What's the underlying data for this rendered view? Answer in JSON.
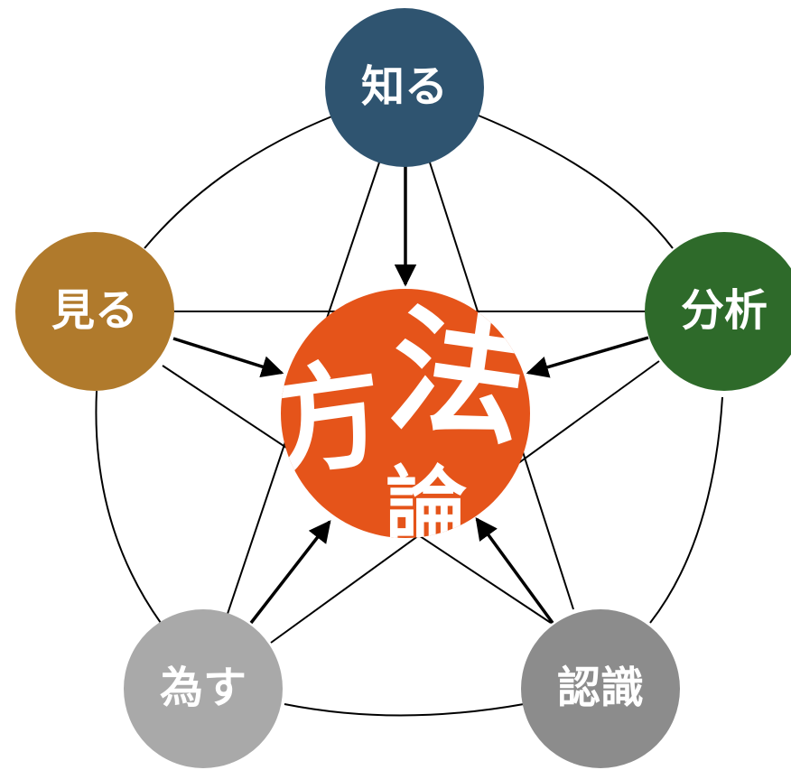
{
  "nodes": {
    "top": {
      "label": "知る",
      "color": "#2f5470"
    },
    "left": {
      "label": "見る",
      "color": "#b07a2c"
    },
    "right": {
      "label": "分析",
      "color": "#2e6a2a"
    },
    "bottom_left": {
      "label": "為す",
      "color": "#a9a9a9"
    },
    "bottom_right": {
      "label": "認識",
      "color": "#8c8c8c"
    }
  },
  "center_logo": {
    "color": "#e5541a",
    "chars": [
      "方",
      "法",
      "論"
    ]
  },
  "line_color": "#000000"
}
